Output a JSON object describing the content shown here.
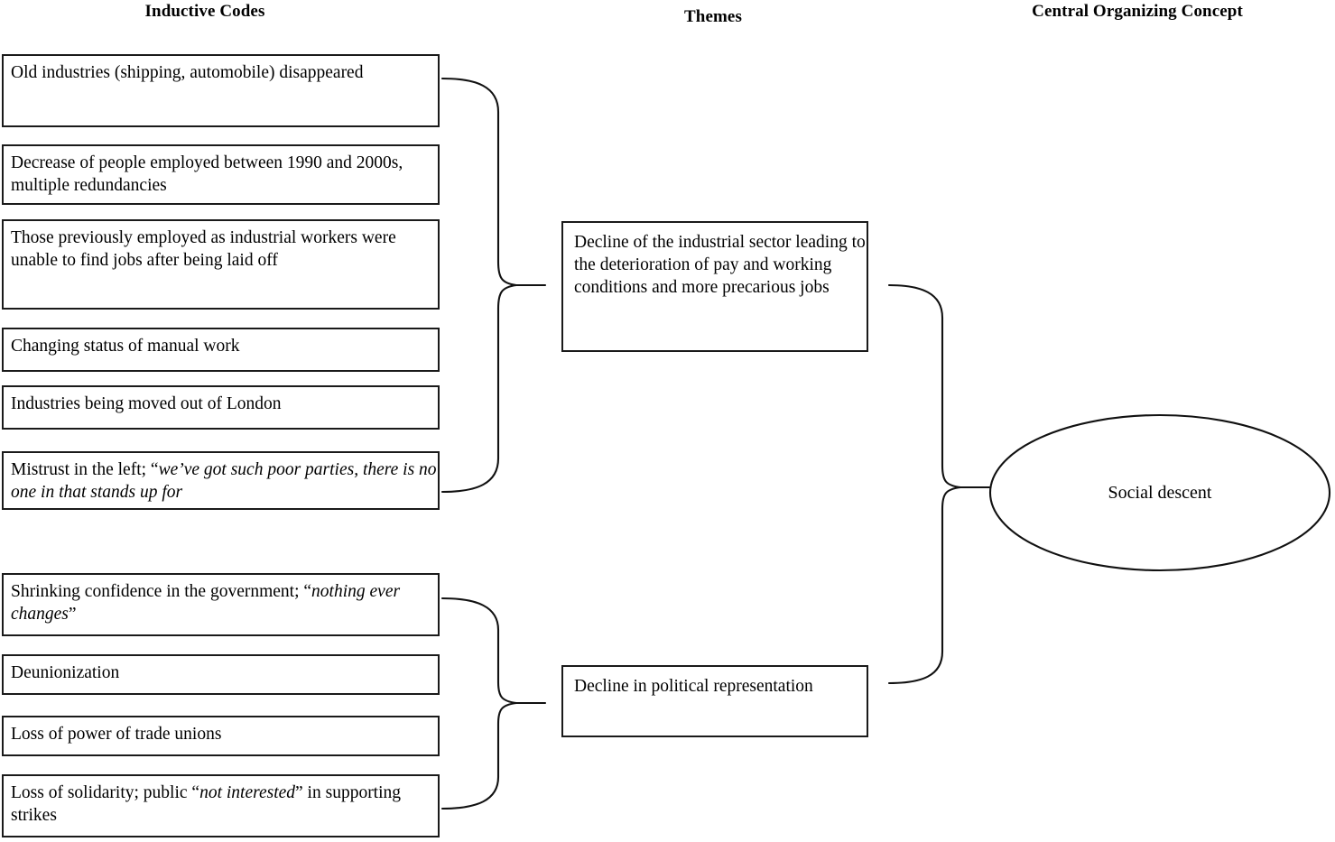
{
  "figure": {
    "type": "thematic-analysis-diagram",
    "background": "#ffffff",
    "line_color": "#111111",
    "text_color": "#000000"
  },
  "headers": {
    "inductive_codes": "Inductive Codes",
    "themes": "Themes",
    "central_concept": "Central Organizing Concept"
  },
  "codes": {
    "group_a": [
      {
        "id": "code-1",
        "text": "Old industries (shipping, automobile) disappeared"
      },
      {
        "id": "code-2",
        "text": "Decrease of people employed between 1990 and 2000s, multiple redundancies"
      },
      {
        "id": "code-3",
        "text": "Those previously employed as industrial workers were unable to find jobs after being laid off"
      },
      {
        "id": "code-4",
        "text": "Changing status of manual work"
      },
      {
        "id": "code-5",
        "text": "Industries being moved out of London"
      },
      {
        "id": "code-6",
        "text_plain_prefix": "Mistrust in the left; “",
        "text_italic": "we’ve got such poor parties, there is no one in that stands up for",
        "text": "Mistrust in the left; “we’ve got such poor parties, there is no one in that stands up for"
      }
    ],
    "group_b": [
      {
        "id": "code-7",
        "text_plain_prefix": "Shrinking confidence in the government; “",
        "text_italic": "nothing ever changes",
        "text_plain_suffix": "”",
        "text": "Shrinking confidence in the government; “nothing ever changes”"
      },
      {
        "id": "code-8",
        "text": "Deunionization"
      },
      {
        "id": "code-9",
        "text": "Loss of power of trade unions"
      },
      {
        "id": "code-10",
        "text_plain_prefix": "Loss of solidarity; public “",
        "text_italic": "not interested",
        "text_plain_suffix": "” in supporting strikes",
        "text": "Loss of solidarity; public “not interested” in supporting strikes"
      }
    ]
  },
  "themes": [
    {
      "id": "theme-1",
      "text": "Decline of the industrial sector leading to the deterioration of pay and working conditions and more precarious jobs"
    },
    {
      "id": "theme-2",
      "text": "Decline in political representation"
    }
  ],
  "central_concept": {
    "id": "central-concept-1",
    "text": "Social descent",
    "shape": "ellipse"
  },
  "connectors": [
    {
      "id": "brace-codes-a-to-theme-1",
      "from": "codes.group_a",
      "to": "theme-1",
      "style": "curly-brace"
    },
    {
      "id": "brace-codes-b-to-theme-2",
      "from": "codes.group_b",
      "to": "theme-2",
      "style": "curly-brace"
    },
    {
      "id": "brace-themes-to-central",
      "from": "themes",
      "to": "central-concept-1",
      "style": "curly-brace"
    }
  ]
}
